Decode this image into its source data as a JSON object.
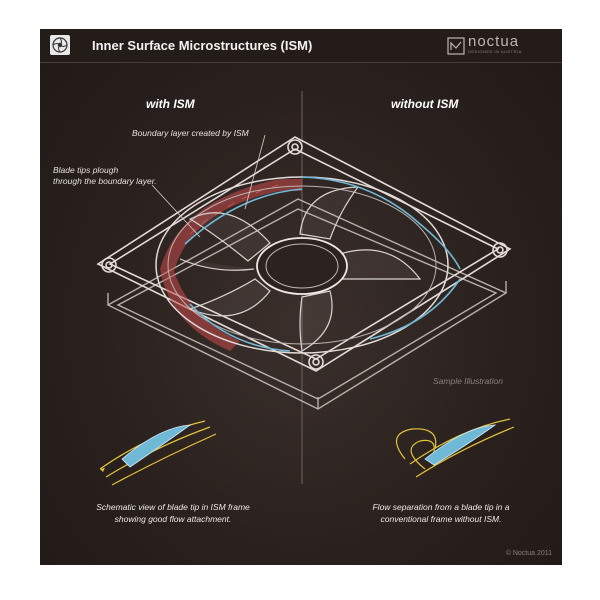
{
  "title": "Inner Surface Microstructures (ISM)",
  "brand": {
    "name": "noctua",
    "tagline": "DESIGNED IN AUSTRIA"
  },
  "labels": {
    "left": "with ISM",
    "right": "without ISM"
  },
  "annotations": {
    "boundary_layer": "Boundary layer created by ISM",
    "blade_tips_line1": "Blade tips plough",
    "blade_tips_line2": "through the boundary layer."
  },
  "sample_illustration": "Sample Illustration",
  "captions": {
    "left_line1": "Schematic view of blade tip in ISM frame",
    "left_line2": "showing good flow attachment.",
    "right_line1": "Flow separation from a blade tip in a",
    "right_line2": "conventional frame without ISM."
  },
  "copyright": "© Noctua 2011",
  "colors": {
    "background": "#2a211e",
    "fan_lines": "#d9d4d1",
    "ism_highlight": "#c94a4a",
    "airflow_lines": "#6fb8d6",
    "flow_arrows": "#e3c33a"
  },
  "icons": {
    "title_icon": "fan-logo-icon",
    "brand_icon": "noctua-logo-icon"
  }
}
